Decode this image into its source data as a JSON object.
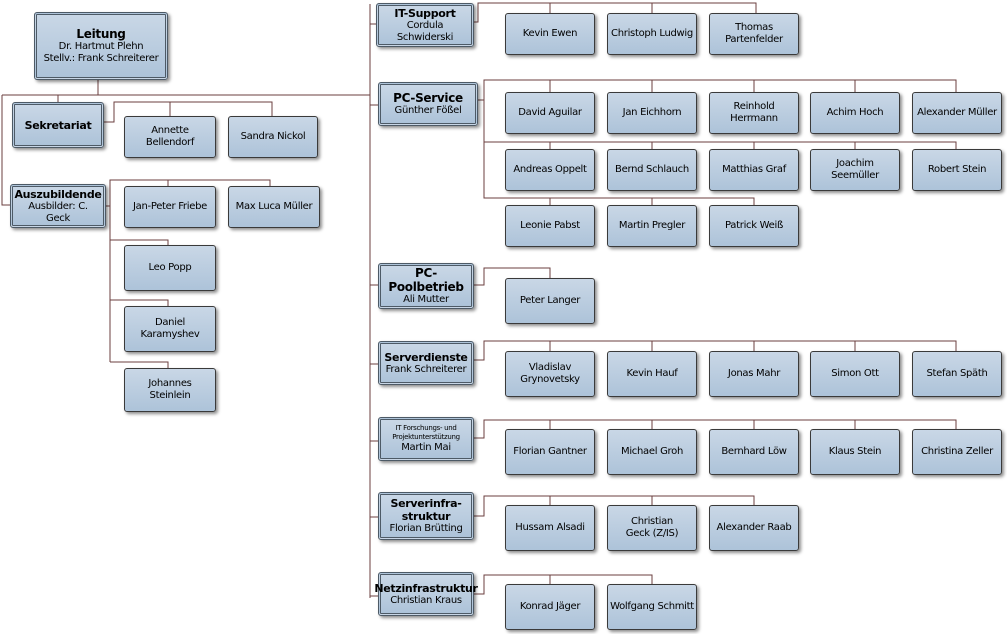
{
  "leitung": {
    "title": "Leitung",
    "line1": "Dr. Hartmut Plehn",
    "line2": "Stellv.: Frank Schreiterer"
  },
  "sekretariat": {
    "title": "Sekretariat",
    "members": [
      "Annette Bellendorf",
      "Sandra Nickol"
    ]
  },
  "auszubildende": {
    "title": "Auszubildende",
    "line1": "Ausbilder: C. Geck",
    "members": [
      "Jan-Peter Friebe",
      "Max Luca Müller",
      "Leo Popp",
      "Daniel Karamyshev",
      "Johannes Steinlein"
    ]
  },
  "departments": [
    {
      "title": "IT-Support",
      "lead1": "Cordula",
      "lead2": "Schwiderski",
      "members": [
        "Kevin Ewen",
        "Christoph Ludwig",
        "Thomas Partenfelder"
      ]
    },
    {
      "title": "PC-Service",
      "lead1": "Günther Fößel",
      "members": [
        "David Aguilar",
        "Jan Eichhorn",
        "Reinhold Herrmann",
        "Achim Hoch",
        "Alexander Müller",
        "Andreas Oppelt",
        "Bernd Schlauch",
        "Matthias Graf",
        "Joachim Seemüller",
        "Robert Stein",
        "Leonie Pabst",
        "Martin Pregler",
        "Patrick Weiß"
      ]
    },
    {
      "title": "PC-Poolbetrieb",
      "lead1": "Ali Mutter",
      "members": [
        "Peter Langer"
      ]
    },
    {
      "title": "Serverdienste",
      "lead1": "Frank Schreiterer",
      "members": [
        "Vladislav Grynovetsky",
        "Kevin Hauf",
        "Jonas Mahr",
        "Simon Ott",
        "Stefan Späth"
      ]
    },
    {
      "title": "IT Forschungs- und Projektunterstützung",
      "lead1": "Martin Mai",
      "members": [
        "Florian Gantner",
        "Michael Groh",
        "Bernhard Löw",
        "Klaus Stein",
        "Christina Zeller"
      ]
    },
    {
      "title": "Serverinfra- struktur",
      "lead1": "Florian Brütting",
      "members": [
        "Hussam Alsadi",
        "Christian Geck (Z/IS)",
        "Alexander Raab"
      ]
    },
    {
      "title": "Netzinfrastruktur",
      "lead1": "Christian Kraus",
      "members": [
        "Konrad Jäger",
        "Wolfgang Schmitt"
      ]
    }
  ]
}
